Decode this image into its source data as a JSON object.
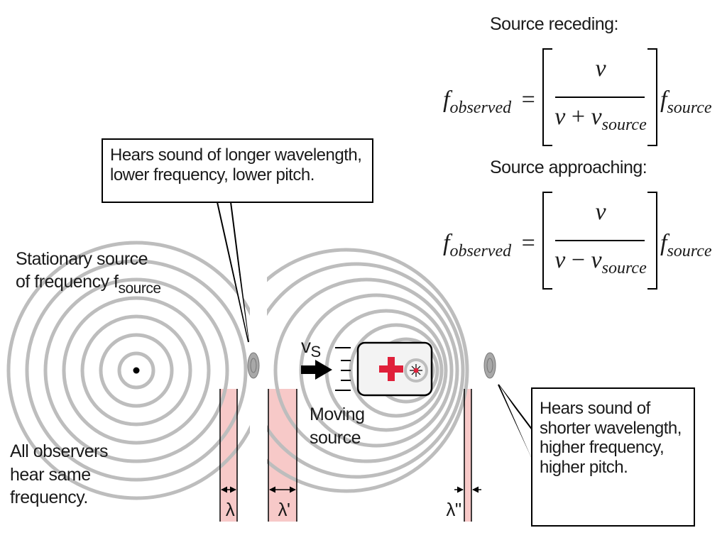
{
  "callout_top": {
    "lines": [
      "Hears sound of longer wavelength,",
      "lower frequency, lower pitch."
    ]
  },
  "callout_right": {
    "lines": [
      "Hears sound of",
      "shorter wavelength,",
      "higher frequency,",
      "higher pitch."
    ]
  },
  "stationary": {
    "line1": "Stationary source",
    "line2_prefix": "of frequency f",
    "line2_sub": "source"
  },
  "all_observers": {
    "lines": [
      "All observers",
      "hear same",
      "frequency."
    ]
  },
  "moving": {
    "lines": [
      "Moving",
      "source"
    ],
    "velocity_main": "v",
    "velocity_sub": "S"
  },
  "wavelengths": {
    "stationary": "λ",
    "behind": "λ'",
    "ahead": "λ\""
  },
  "formulas": {
    "receding_title": "Source receding:",
    "approaching_title": "Source approaching:",
    "f": "f",
    "observed": "observed",
    "equals": "=",
    "numerator": "v",
    "v": "v",
    "plus": "+",
    "minus": "−",
    "source": "source"
  },
  "colors": {
    "wave": "#bdbdbd",
    "strip": "#f7c9c8",
    "cross": "#e0203a",
    "observer": "#a8a8a8"
  }
}
